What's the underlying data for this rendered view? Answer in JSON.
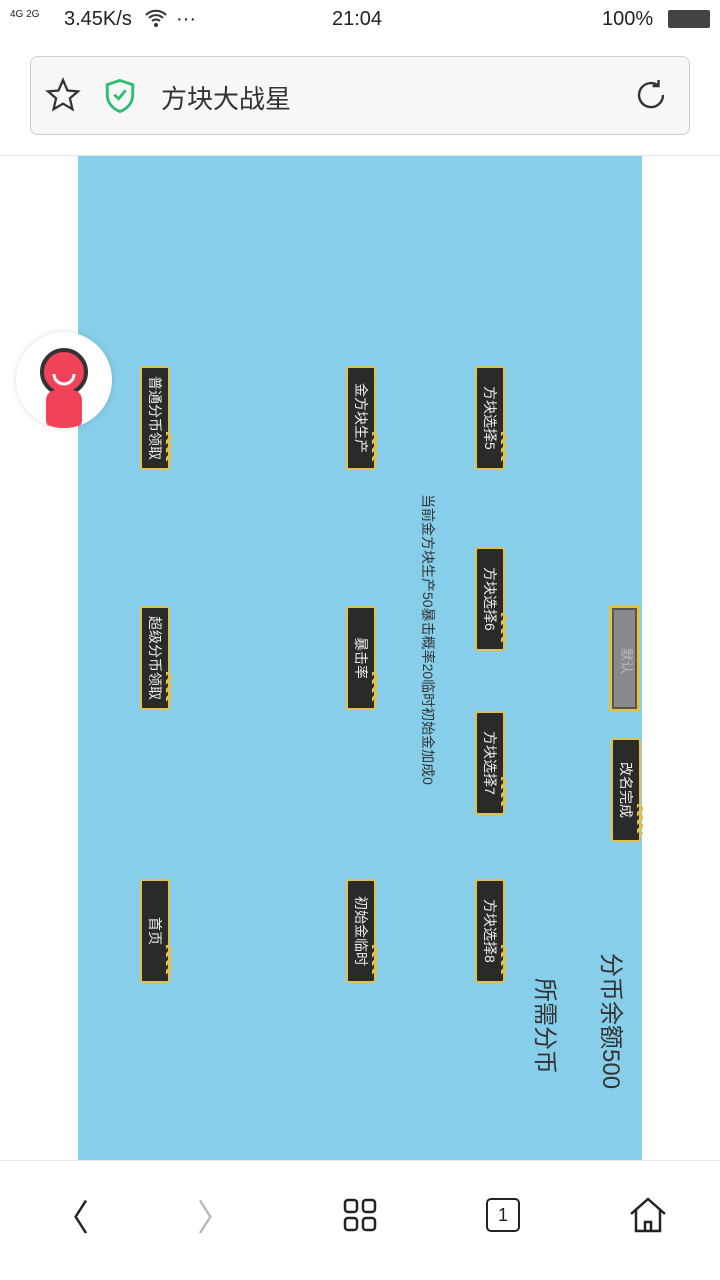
{
  "status": {
    "network": "4G 2G",
    "speed": "3.45K/s",
    "more": "···",
    "time": "21:04",
    "battery": "100%"
  },
  "browser": {
    "title": "方块大战星"
  },
  "game": {
    "buttons": {
      "normal_coin": "普通分币领取",
      "super_coin": "超级分币领取",
      "home": "首页",
      "gold_prod": "金方块生产",
      "crit": "暴击率",
      "init_gold": "初始金临时",
      "block5": "方块选择5",
      "block6": "方块选择6",
      "block7": "方块选择7",
      "block8": "方块选择8",
      "rename_done": "改名完成"
    },
    "info": "当前金方块生产50暴击概率20临时初始金加成0",
    "name_placeholder": "默认",
    "balance": "分币余额500",
    "required": "所需分币"
  },
  "nav": {
    "tabs_count": "1"
  }
}
